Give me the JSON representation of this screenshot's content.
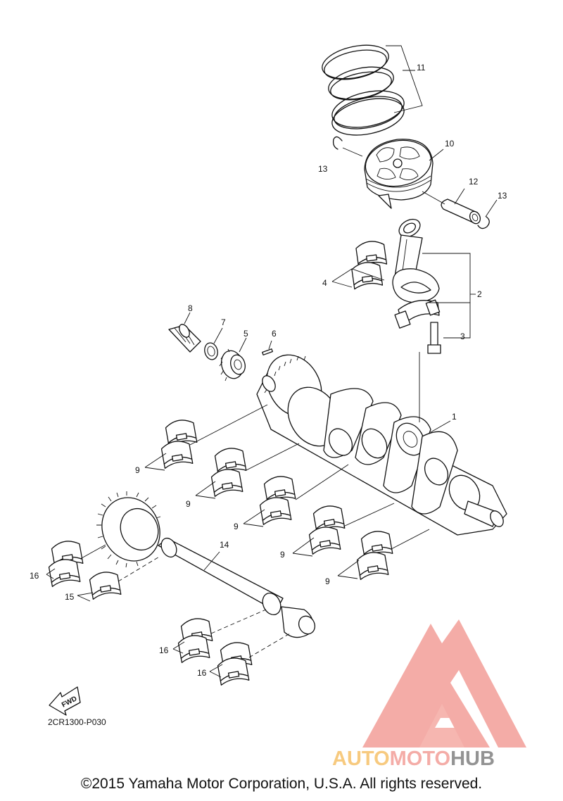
{
  "diagram": {
    "labels": [
      {
        "id": "p1",
        "text": "1"
      },
      {
        "id": "p2",
        "text": "2"
      },
      {
        "id": "p3",
        "text": "3"
      },
      {
        "id": "p4",
        "text": "4"
      },
      {
        "id": "p5",
        "text": "5"
      },
      {
        "id": "p6",
        "text": "6"
      },
      {
        "id": "p7",
        "text": "7"
      },
      {
        "id": "p8",
        "text": "8"
      },
      {
        "id": "p9a",
        "text": "9"
      },
      {
        "id": "p9b",
        "text": "9"
      },
      {
        "id": "p9c",
        "text": "9"
      },
      {
        "id": "p9d",
        "text": "9"
      },
      {
        "id": "p9e",
        "text": "9"
      },
      {
        "id": "p10",
        "text": "10"
      },
      {
        "id": "p11",
        "text": "11"
      },
      {
        "id": "p12",
        "text": "12"
      },
      {
        "id": "p13a",
        "text": "13"
      },
      {
        "id": "p13b",
        "text": "13"
      },
      {
        "id": "p14",
        "text": "14"
      },
      {
        "id": "p15",
        "text": "15"
      },
      {
        "id": "p16a",
        "text": "16"
      },
      {
        "id": "p16b",
        "text": "16"
      },
      {
        "id": "p16c",
        "text": "16"
      }
    ],
    "fwd_label": "FWD",
    "drawing_code": "2CR1300-P030"
  },
  "watermark": {
    "part1": "AUTO",
    "part2": "MOTO",
    "part3": "HUB",
    "color1": "#f7c675",
    "color2": "#f4a6a0",
    "color3": "#8a8a8a"
  },
  "copyright": "©2015 Yamaha Motor Corporation, U.S.A. All rights reserved."
}
